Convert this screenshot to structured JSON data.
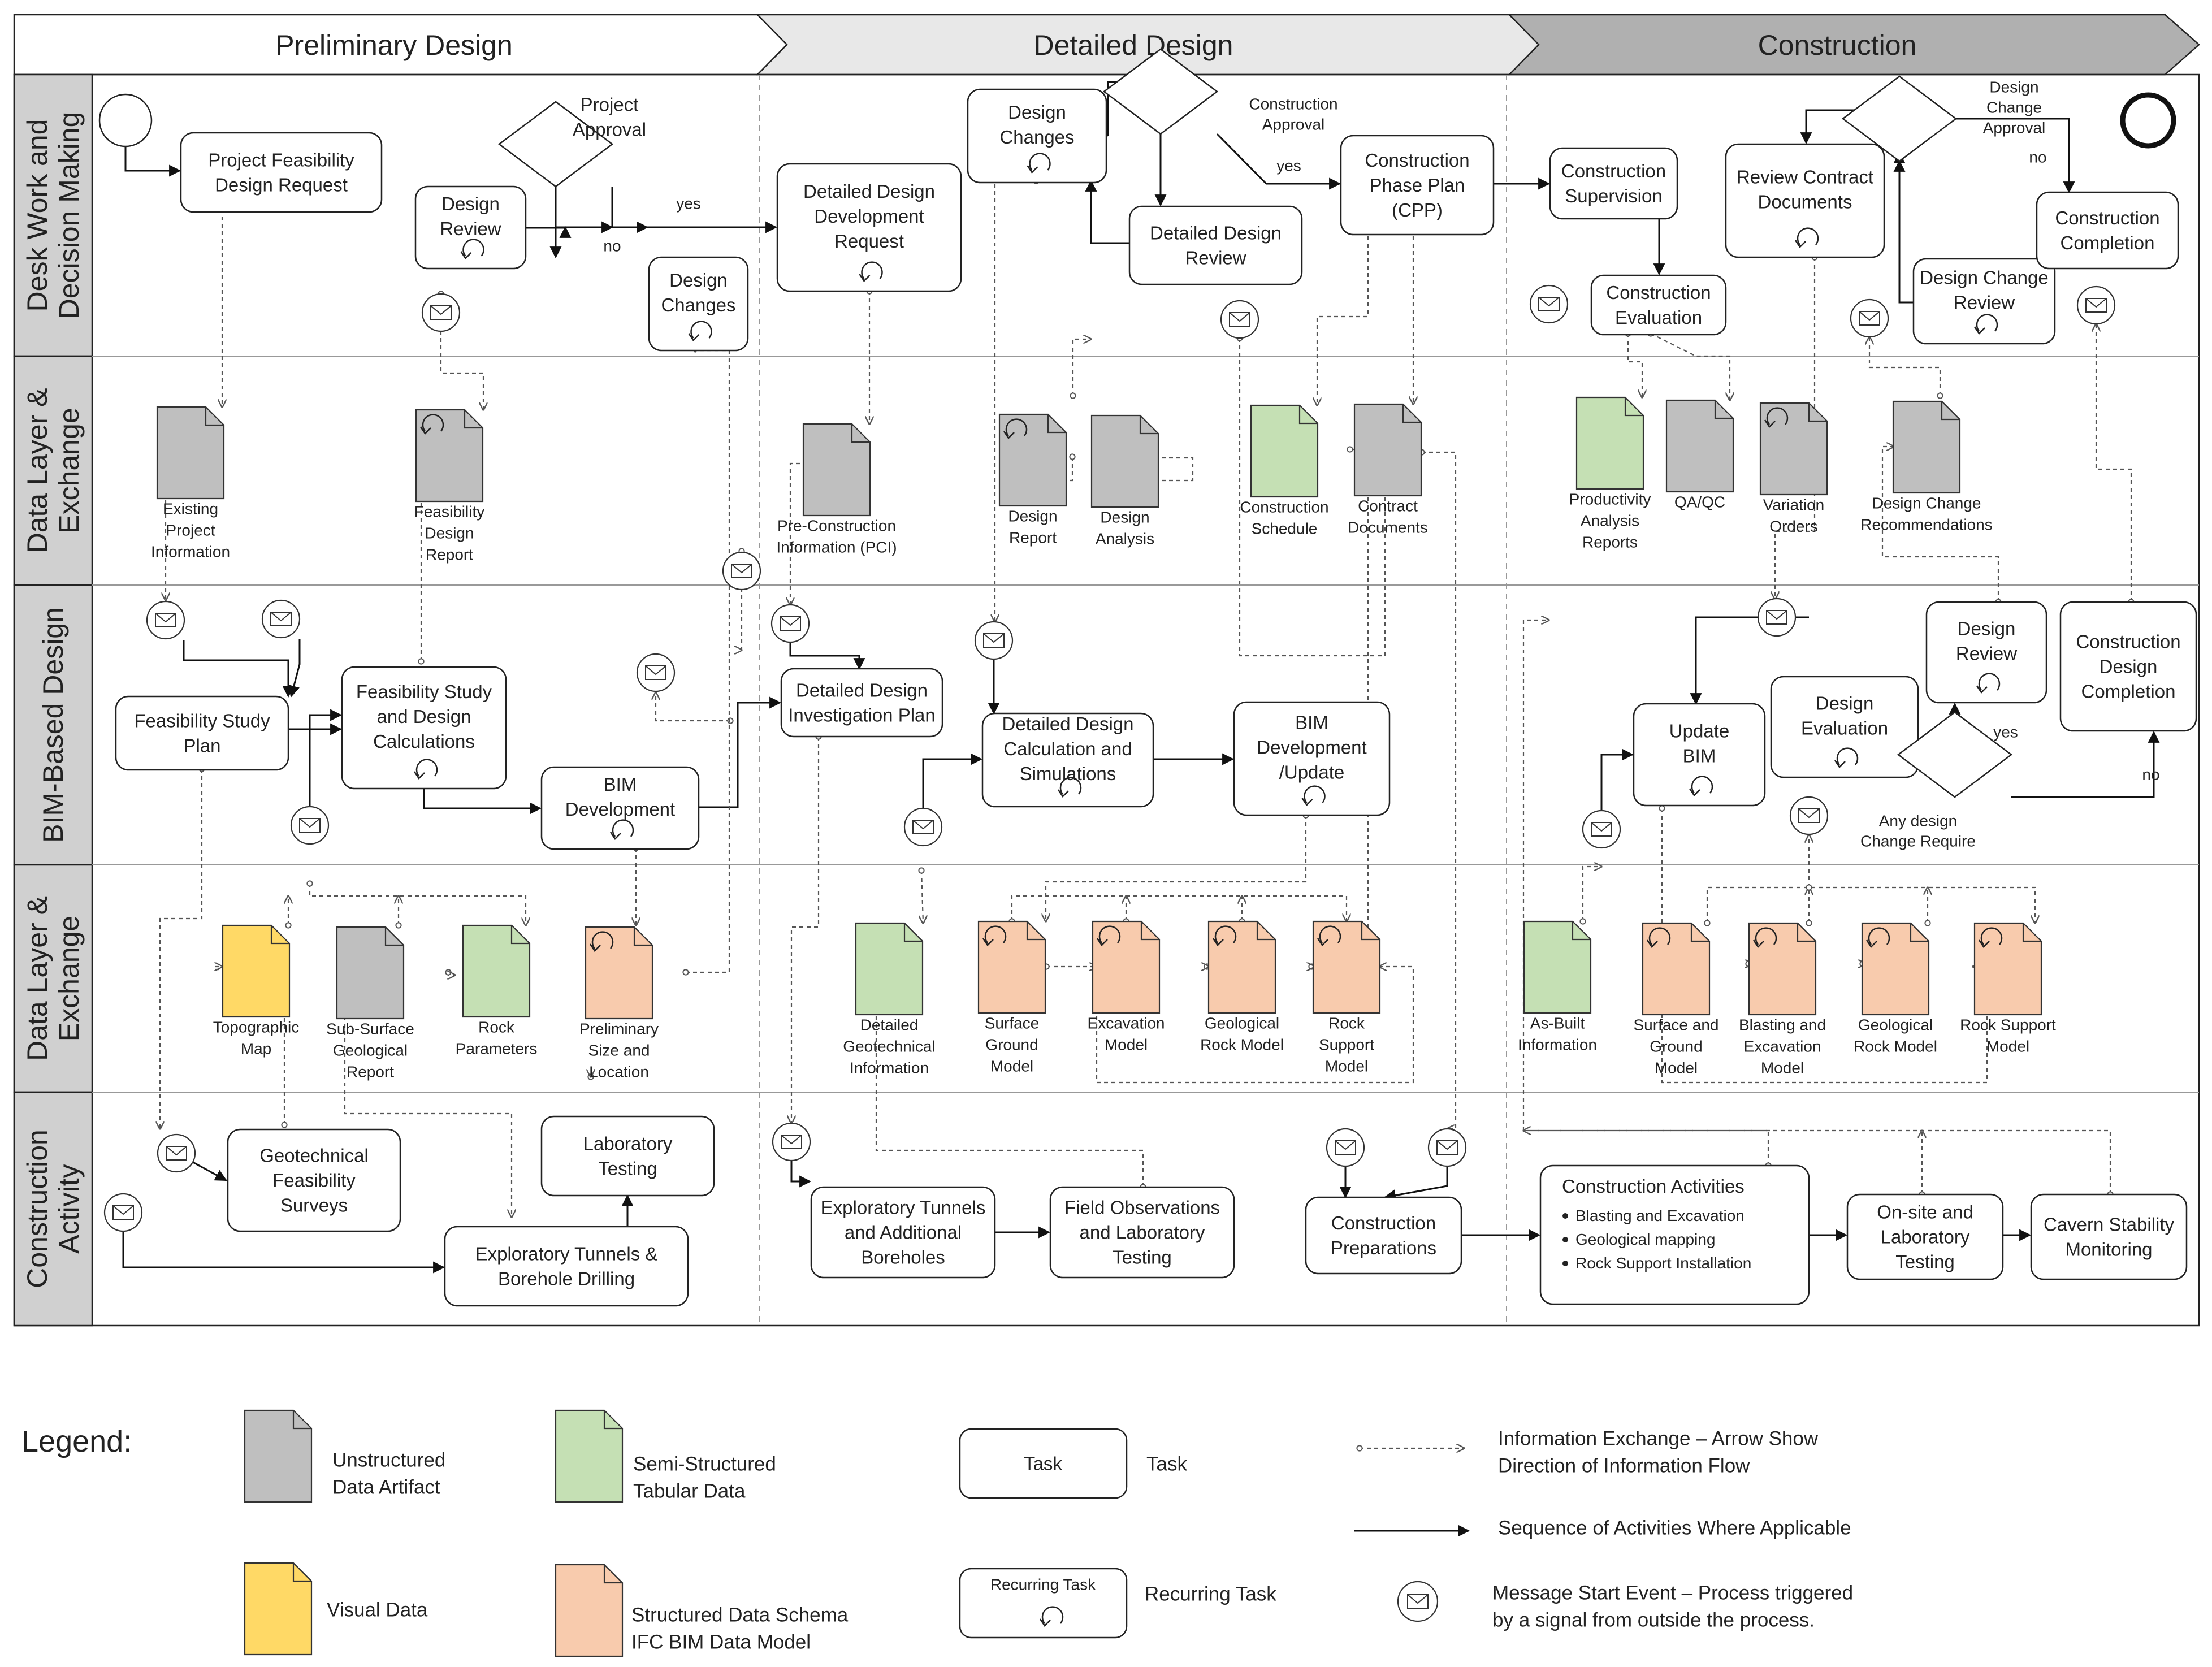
{
  "phases": [
    "Preliminary Design",
    "Detailed Design",
    "Construction"
  ],
  "lanes": [
    [
      "Desk Work and",
      "Decision Making"
    ],
    [
      "Data Layer &",
      "Exchange"
    ],
    [
      "BIM-Based Design"
    ],
    [
      "Data Layer &",
      "Exchange"
    ],
    [
      "Construction",
      "Activity"
    ]
  ],
  "tasks": [
    {
      "id": "t1",
      "lines": [
        "Project Feasibility",
        "Design Request"
      ]
    },
    {
      "id": "t2",
      "lines": [
        "Design",
        "Review"
      ]
    },
    {
      "id": "t3",
      "lines": [
        "Design",
        "Changes"
      ]
    },
    {
      "id": "t4",
      "lines": [
        "Detailed Design",
        "Development",
        "Request"
      ]
    },
    {
      "id": "t5",
      "lines": [
        "Design",
        "Changes"
      ]
    },
    {
      "id": "t6",
      "lines": [
        "Detailed Design",
        "Review"
      ]
    },
    {
      "id": "t7",
      "lines": [
        "Construction",
        "Phase Plan",
        "(CPP)"
      ]
    },
    {
      "id": "t8",
      "lines": [
        "Construction",
        "Supervision"
      ]
    },
    {
      "id": "t9",
      "lines": [
        "Construction",
        "Evaluation"
      ]
    },
    {
      "id": "t10",
      "lines": [
        "Review Contract",
        "Documents"
      ]
    },
    {
      "id": "t11",
      "lines": [
        "Design Change",
        "Review"
      ]
    },
    {
      "id": "t12",
      "lines": [
        "Construction",
        "Completion"
      ]
    },
    {
      "id": "t13",
      "lines": [
        "Feasibility Study",
        "Plan"
      ]
    },
    {
      "id": "t14",
      "lines": [
        "Feasibility Study",
        "and Design",
        "Calculations"
      ]
    },
    {
      "id": "t15",
      "lines": [
        "BIM",
        "Development"
      ]
    },
    {
      "id": "t16",
      "lines": [
        "Detailed Design",
        "Investigation Plan"
      ]
    },
    {
      "id": "t17",
      "lines": [
        "Detailed Design",
        "Calculation and",
        "Simulations"
      ]
    },
    {
      "id": "t18",
      "lines": [
        "BIM",
        "Development",
        "/Update"
      ]
    },
    {
      "id": "t19",
      "lines": [
        "Update",
        "BIM"
      ]
    },
    {
      "id": "t20",
      "lines": [
        "Design",
        "Evaluation"
      ]
    },
    {
      "id": "t21",
      "lines": [
        "Design",
        "Review"
      ]
    },
    {
      "id": "t22",
      "lines": [
        "Construction",
        "Design",
        "Completion"
      ]
    },
    {
      "id": "t23",
      "lines": [
        "Geotechnical",
        "Feasibility",
        "Surveys"
      ]
    },
    {
      "id": "t24",
      "lines": [
        "Laboratory",
        "Testing"
      ]
    },
    {
      "id": "t25",
      "lines": [
        "Exploratory Tunnels &",
        "Borehole Drilling"
      ]
    },
    {
      "id": "t26",
      "lines": [
        "Exploratory Tunnels",
        "and Additional",
        "Boreholes"
      ]
    },
    {
      "id": "t27",
      "lines": [
        "Field Observations",
        "and Laboratory",
        "Testing"
      ]
    },
    {
      "id": "t28",
      "lines": [
        "Construction",
        "Preparations"
      ]
    },
    {
      "id": "t29",
      "lines": [
        "Construction Activities"
      ],
      "bullets": [
        "Blasting and Excavation",
        "Geological mapping",
        "Rock Support Installation"
      ]
    },
    {
      "id": "t30",
      "lines": [
        "On-site and",
        "Laboratory",
        "Testing"
      ]
    },
    {
      "id": "t31",
      "lines": [
        "Cavern Stability",
        "Monitoring"
      ]
    }
  ],
  "artifacts": [
    {
      "id": "a1",
      "lines": [
        "Existing",
        "Project",
        "Information"
      ]
    },
    {
      "id": "a2",
      "lines": [
        "Feasibility",
        "Design",
        "Report"
      ]
    },
    {
      "id": "a3",
      "lines": [
        "Pre-Construction",
        "Information (PCI)"
      ]
    },
    {
      "id": "a4",
      "lines": [
        "Design",
        "Report"
      ]
    },
    {
      "id": "a5",
      "lines": [
        "Design",
        "Analysis"
      ]
    },
    {
      "id": "a6",
      "lines": [
        "Construction",
        "Schedule"
      ]
    },
    {
      "id": "a7",
      "lines": [
        "Contract",
        "Documents"
      ]
    },
    {
      "id": "a8",
      "lines": [
        "Productivity",
        "Analysis",
        "Reports"
      ]
    },
    {
      "id": "a9",
      "lines": [
        "QA/QC"
      ]
    },
    {
      "id": "a10",
      "lines": [
        "Variation",
        "Orders"
      ]
    },
    {
      "id": "a11",
      "lines": [
        "Design Change",
        "Recommendations"
      ]
    },
    {
      "id": "a12",
      "lines": [
        "Topographic",
        "Map"
      ]
    },
    {
      "id": "a13",
      "lines": [
        "Sub-Surface",
        "Geological",
        "Report"
      ]
    },
    {
      "id": "a14",
      "lines": [
        "Rock",
        "Parameters"
      ]
    },
    {
      "id": "a15",
      "lines": [
        "Preliminary",
        "Size and",
        "Location"
      ]
    },
    {
      "id": "a16",
      "lines": [
        "Detailed",
        "Geotechnical",
        "Information"
      ]
    },
    {
      "id": "a17",
      "lines": [
        "Surface",
        "Ground",
        "Model"
      ]
    },
    {
      "id": "a18",
      "lines": [
        "Excavation",
        "Model"
      ]
    },
    {
      "id": "a19",
      "lines": [
        "Geological",
        "Rock Model"
      ]
    },
    {
      "id": "a20",
      "lines": [
        "Rock",
        "Support",
        "Model"
      ]
    },
    {
      "id": "a21",
      "lines": [
        "As-Built",
        "Information"
      ]
    },
    {
      "id": "a22",
      "lines": [
        "Surface and",
        "Ground",
        "Model"
      ]
    },
    {
      "id": "a23",
      "lines": [
        "Blasting and",
        "Excavation",
        "Model"
      ]
    },
    {
      "id": "a24",
      "lines": [
        "Geological",
        "Rock Model"
      ]
    },
    {
      "id": "a25",
      "lines": [
        "Rock Support",
        "Model"
      ]
    }
  ],
  "gateways": [
    {
      "id": "g1",
      "lines": [
        "Project",
        "Approval"
      ]
    },
    {
      "id": "g2",
      "lines": [
        "Construction",
        "Approval"
      ]
    },
    {
      "id": "g3",
      "lines": [
        "Design",
        "Change",
        "Approval"
      ]
    },
    {
      "id": "g4",
      "lines": [
        "Any design",
        "Change Require"
      ]
    }
  ],
  "flow_labels": {
    "yes": "yes",
    "no": "no"
  },
  "legend": {
    "title": "Legend:",
    "unstructured": [
      "Unstructured",
      "Data Artifact"
    ],
    "semi": [
      "Semi-Structured",
      "Tabular Data"
    ],
    "visual": [
      "Visual Data"
    ],
    "structured": [
      "Structured Data Schema",
      "IFC BIM Data Model"
    ],
    "task_box": "Task",
    "task_desc": "Task",
    "recurring_box": "Recurring Task",
    "recurring_desc": "Recurring Task",
    "info_exchange": [
      "Information Exchange – Arrow Show",
      "Direction of Information Flow"
    ],
    "sequence": [
      "Sequence of Activities Where Applicable"
    ],
    "message": [
      "Message Start Event – Process triggered",
      "by a signal from outside the process."
    ]
  },
  "colors": {
    "unstructured": "#bfbfbf",
    "semi": "#c5e0b4",
    "visual": "#ffd966",
    "structured": "#f8cbad",
    "phase1": "#ffffff",
    "phase2": "#e8e8e8",
    "phase3": "#b0b0b0",
    "lane_header": "#d0d0d0"
  }
}
